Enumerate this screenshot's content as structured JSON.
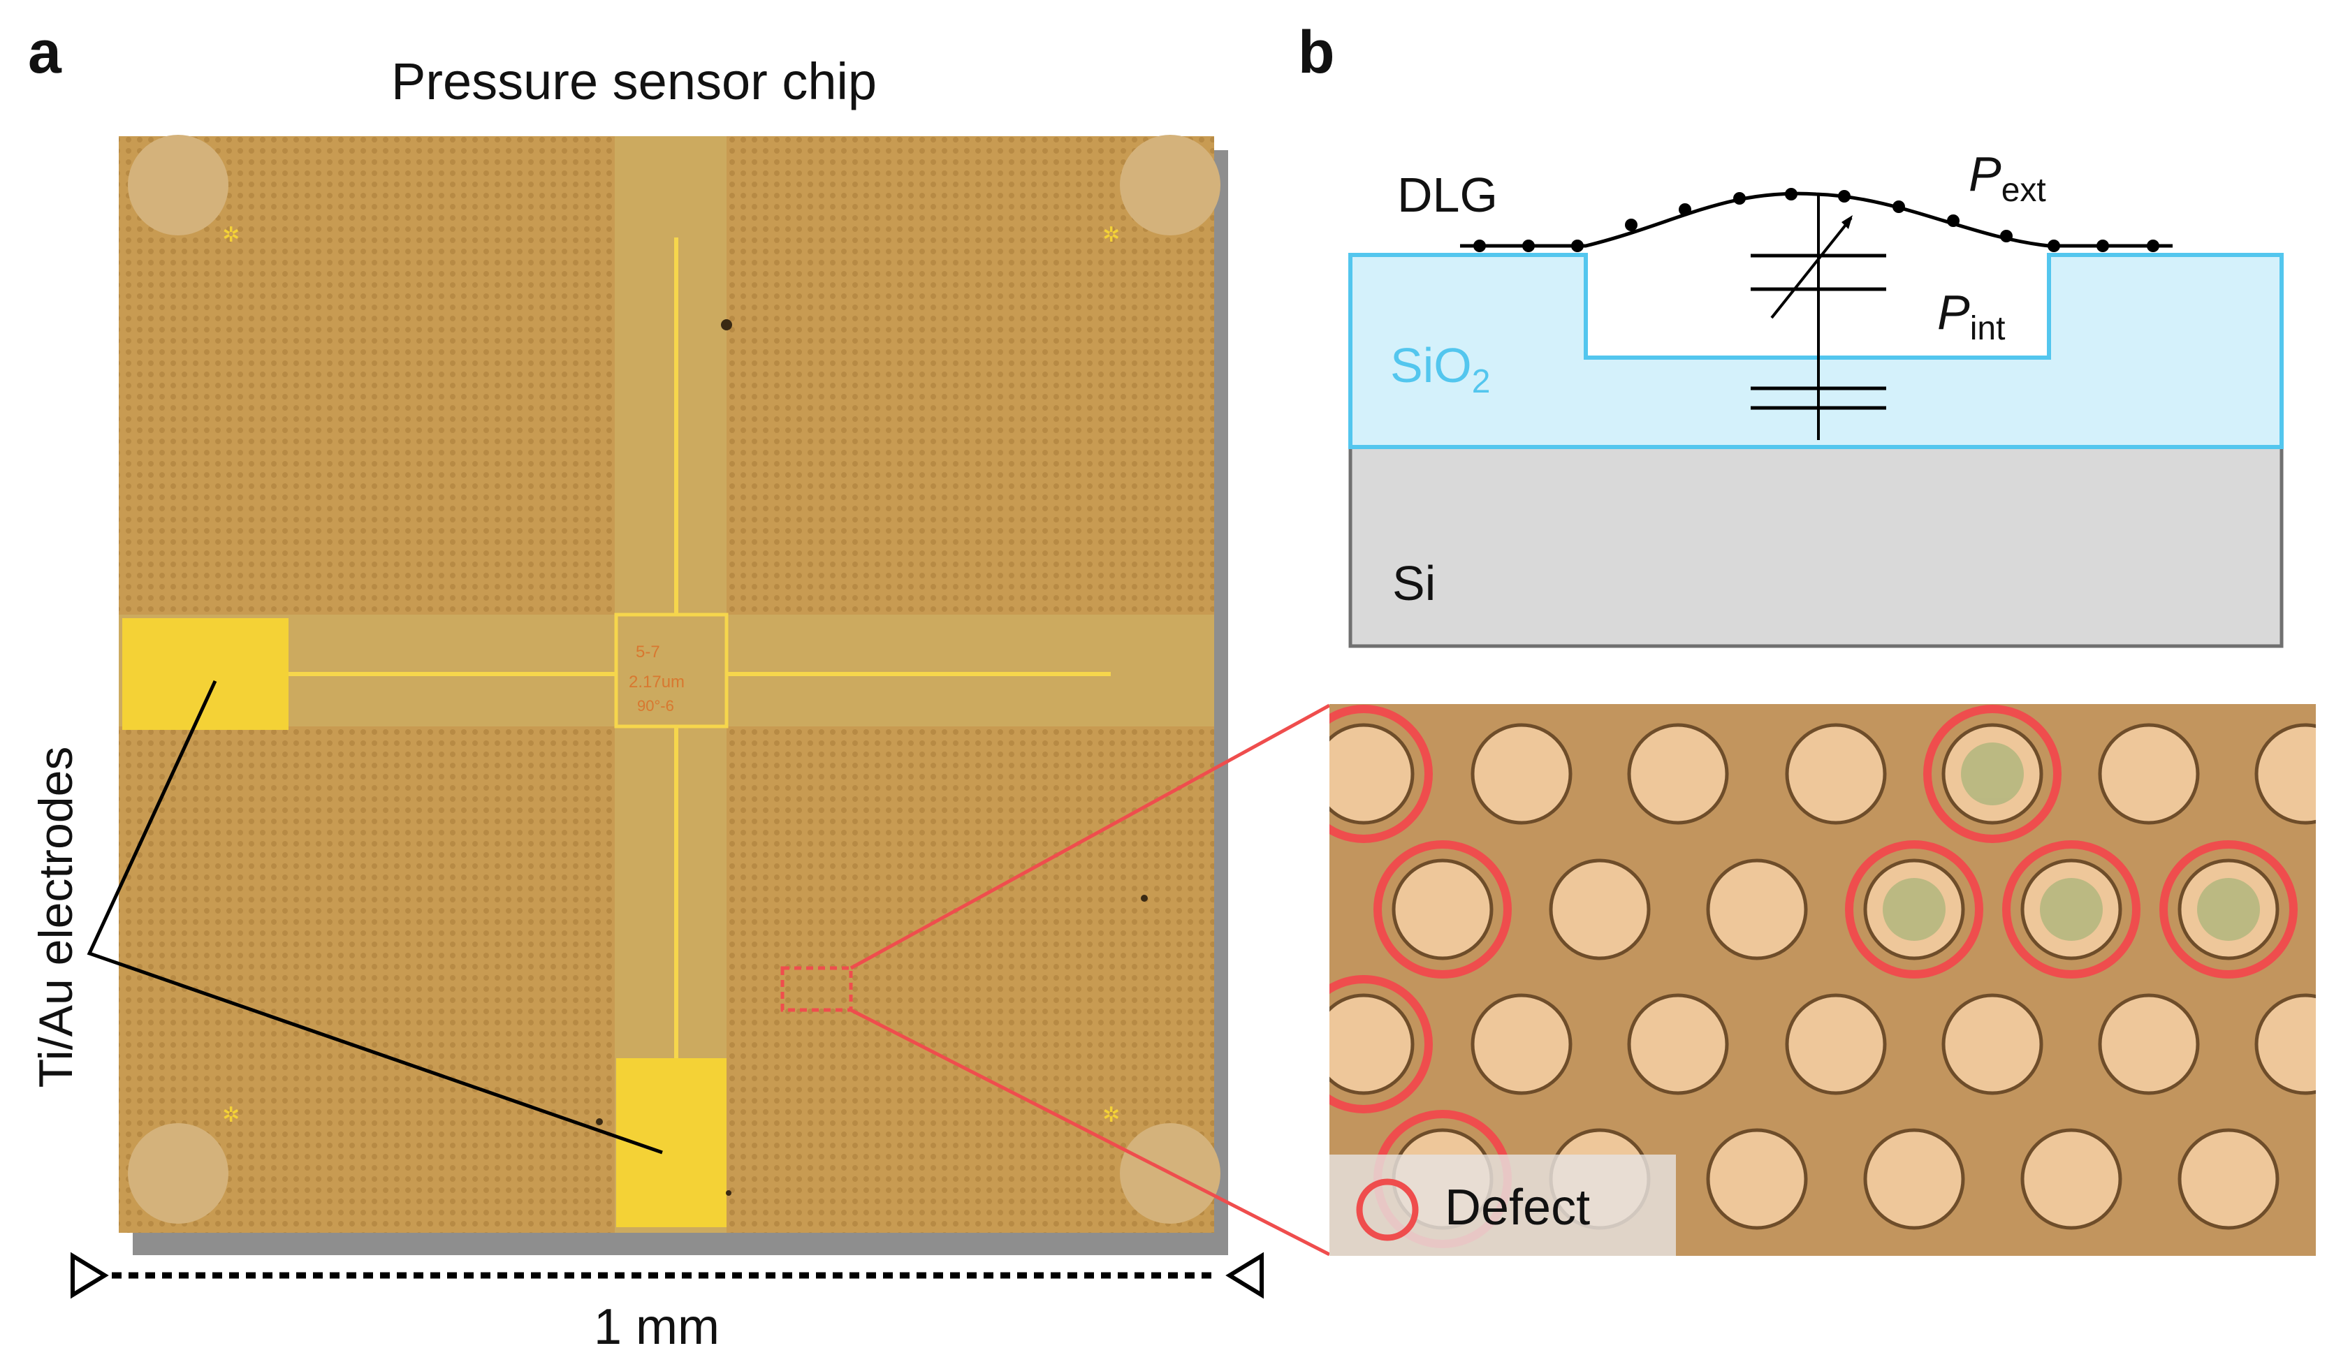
{
  "panel_a": {
    "letter": "a",
    "title": "Pressure sensor chip",
    "electrodes_label": "Ti/Au electrodes",
    "scale_label": "1 mm",
    "chip_text": {
      "line1": "5-7",
      "line2": "2.17um",
      "line3": "90°-6"
    }
  },
  "panel_b": {
    "letter": "b",
    "dlg": "DLG",
    "p_ext": "P",
    "p_ext_sub": "ext",
    "p_int": "P",
    "p_int_sub": "int",
    "sio2": "SiO",
    "sio2_sub": "2",
    "si": "Si",
    "legend_defect": "Defect"
  },
  "colors": {
    "chip": "#c89b52",
    "electrode": "#f4d236",
    "oxide_fill": "#d4f1fb",
    "oxide_stroke": "#53c6ee",
    "silicon": "#d9d9d9",
    "defect": "#ef4d4d",
    "well_fill": "#eec79a",
    "zoom_bg": "#c2955e"
  }
}
